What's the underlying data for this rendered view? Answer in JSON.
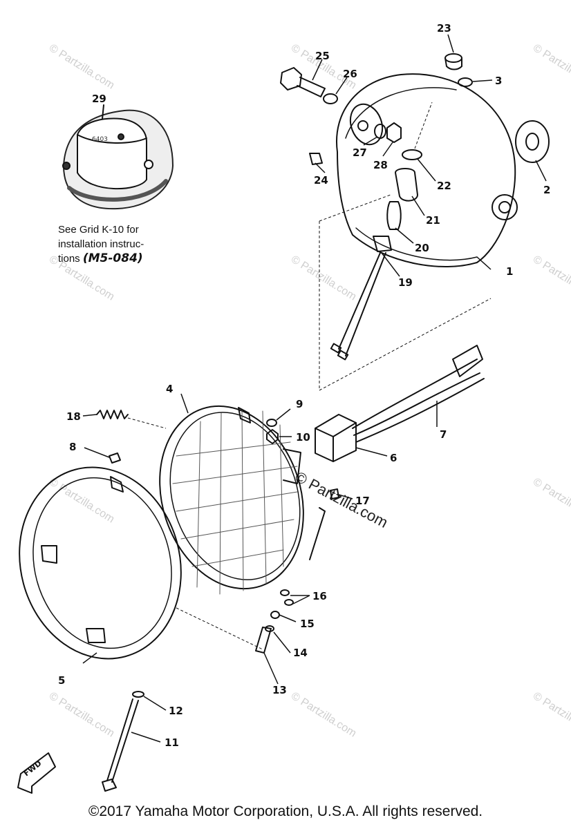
{
  "diagram": {
    "part_numbers": [
      "1",
      "2",
      "3",
      "4",
      "5",
      "6",
      "7",
      "8",
      "9",
      "10",
      "11",
      "12",
      "13",
      "14",
      "15",
      "16",
      "17",
      "18",
      "19",
      "20",
      "21",
      "22",
      "23",
      "24",
      "25",
      "26",
      "27",
      "28",
      "29"
    ],
    "inset_part_number": "29",
    "inset_part_marking": "6403",
    "note_line_1": "See Grid K-10 for",
    "note_line_2": "installation instruc-",
    "note_line_3": "tions",
    "note_code": "(M5-084)",
    "fwd_label": "FWD",
    "watermark_text": "© Partzilla.com",
    "copyright": "©2017 Yamaha Motor Corporation, U.S.A. All rights reserved."
  },
  "colors": {
    "ink": "#111111",
    "watermark": "#cfcfcf",
    "paper": "#ffffff"
  }
}
